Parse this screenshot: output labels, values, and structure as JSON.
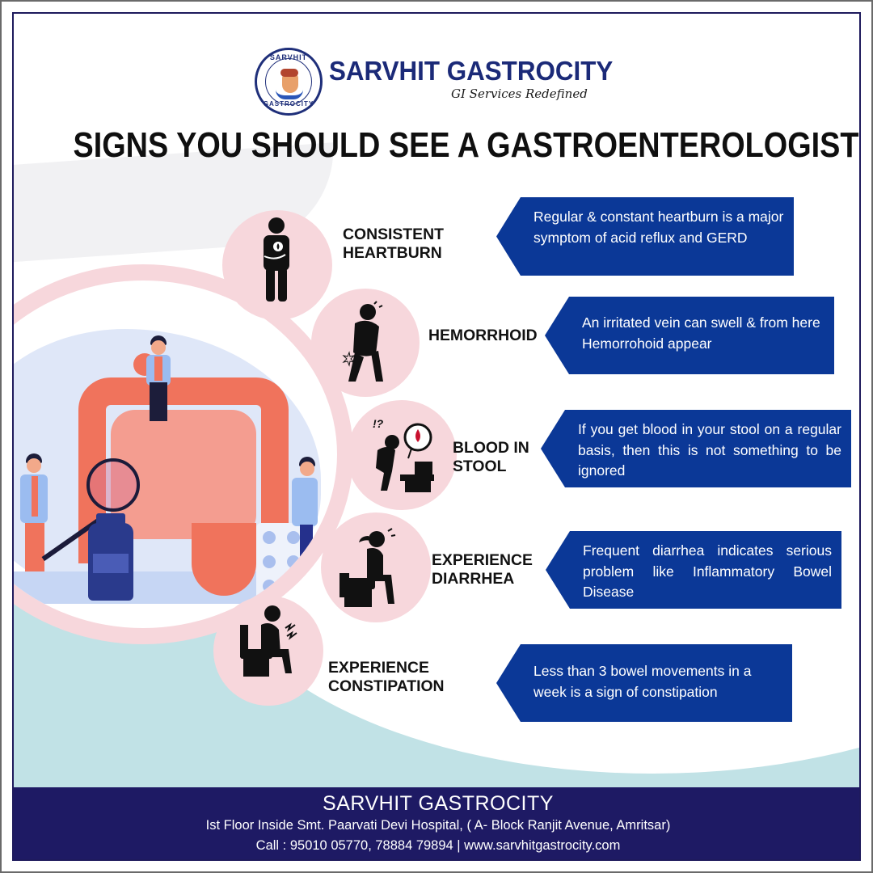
{
  "header": {
    "logo": {
      "top_text": "SARVHIT",
      "bottom_text": "GASTROCITY",
      "icon": "digestive-system-hands-logo"
    },
    "brand_name": "SARVHIT GASTROCITY",
    "tagline": "GI Services Redefined"
  },
  "title": "SIGNS YOU SHOULD SEE A GASTROENTEROLOGIST",
  "colors": {
    "brand_navy": "#1b2a78",
    "callout_blue": "#0b3897",
    "circle_pink": "#f7d7dc",
    "teal_bg": "#c1e2e6",
    "footer_bg": "#1e1a64"
  },
  "symptoms": [
    {
      "icon": "heartburn-person-icon",
      "label_line1": "CONSISTENT",
      "label_line2": "HEARTBURN",
      "description": "Regular & constant heartburn is a major symptom of acid reflux and GERD"
    },
    {
      "icon": "hemorrhoid-person-icon",
      "label_line1": "HEMORRHOID",
      "label_line2": "",
      "description": "An irritated vein can swell & from here Hemorrohoid appear"
    },
    {
      "icon": "blood-in-stool-icon",
      "label_line1": "BLOOD IN",
      "label_line2": "STOOL",
      "description": "If you get blood in your stool on a regular basis, then this is not something to be ignored"
    },
    {
      "icon": "diarrhea-person-icon",
      "label_line1": "EXPERIENCE",
      "label_line2": "DIARRHEA",
      "description": "Frequent diarrhea indicates serious problem like Inflammatory Bowel Disease"
    },
    {
      "icon": "constipation-person-icon",
      "label_line1": "EXPERIENCE",
      "label_line2": "CONSTIPATION",
      "description": "Less than 3 bowel movements in a week is a sign of constipation"
    }
  ],
  "illustration": {
    "subject": "doctors-examining-intestines-illustration"
  },
  "footer": {
    "name": "SARVHIT GASTROCITY",
    "address": "Ist Floor Inside Smt. Paarvati Devi Hospital, ( A- Block Ranjit Avenue, Amritsar)",
    "contact": "Call : 95010 05770, 78884 79894  |  www.sarvhitgastrocity.com"
  }
}
